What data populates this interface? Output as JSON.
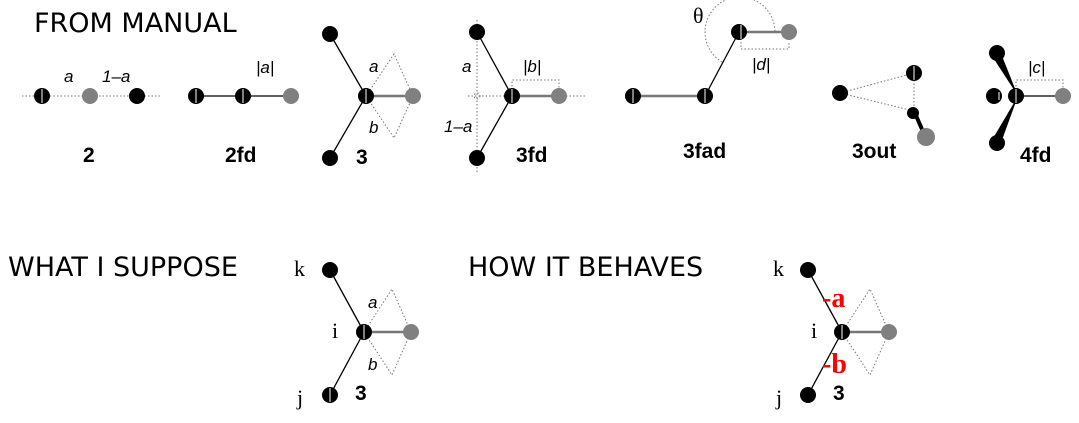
{
  "sections": {
    "from_manual": "FROM MANUAL",
    "what_i_suppose": "WHAT I SUPPOSE",
    "how_it_behaves": "HOW IT BEHAVES"
  },
  "diagrams": {
    "d2": {
      "label": "2",
      "a": "a",
      "one_minus_a": "1–a"
    },
    "d2fd": {
      "label": "2fd",
      "abs_a": "|a|"
    },
    "d3": {
      "label": "3",
      "a": "a",
      "b": "b"
    },
    "d3fd": {
      "label": "3fd",
      "a": "a",
      "one_minus_a": "1–a",
      "abs_b": "|b|"
    },
    "d3fad": {
      "label": "3fad",
      "theta": "θ",
      "abs_d": "|d|"
    },
    "d3out": {
      "label": "3out"
    },
    "d4fd": {
      "label": "4fd",
      "abs_c": "|c|"
    },
    "suppose": {
      "label": "3",
      "a": "a",
      "b": "b",
      "k": "k",
      "i": "i",
      "j": "j"
    },
    "behaves": {
      "label": "3",
      "neg_a": "-a",
      "neg_b": "-b",
      "k": "k",
      "i": "i",
      "j": "j"
    }
  },
  "colors": {
    "atom": "#000000",
    "virtual_site": "#808080",
    "highlight": "#ff0000"
  }
}
